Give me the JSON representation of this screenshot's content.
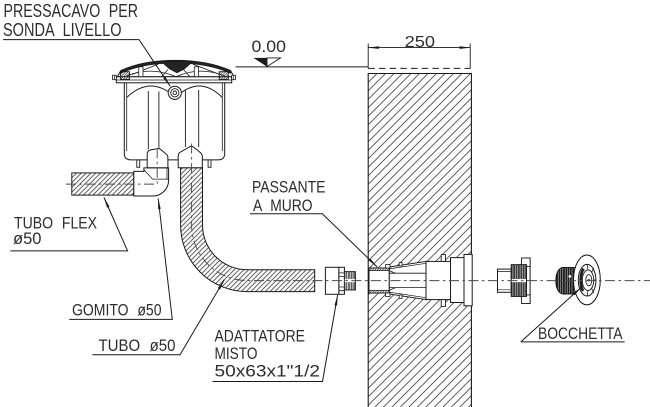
{
  "drawing_type": "technical-installation-diagram",
  "labels": {
    "pressacavo": {
      "line1": "PRESSACAVO PER",
      "line2": "SONDA LIVELLO"
    },
    "passante": {
      "line1": "PASSANTE",
      "line2": "A MURO"
    },
    "tubo_flex": {
      "line1": "TUBO FLEX",
      "line2": "ø50"
    },
    "gomito": {
      "text": "GOMITO ø50"
    },
    "tubo": {
      "text": "TUBO ø50"
    },
    "adattatore": {
      "line1": "ADATTATORE",
      "line2": "MISTO",
      "line3": "50x63x1\"1/2"
    },
    "bocchetta": {
      "text": "BOCCHETTA"
    }
  },
  "dimensions": {
    "water_level": "0.00",
    "wall_thickness": "250"
  },
  "colors": {
    "line": "#1a1a1a",
    "text": "#2d2d2d",
    "hatch": "#4f4f4f",
    "knurl_gray": "#6e6e6e",
    "knurl_dark": "#4a4a4a",
    "knurl_black": "#141414",
    "background": "#ffffff"
  }
}
